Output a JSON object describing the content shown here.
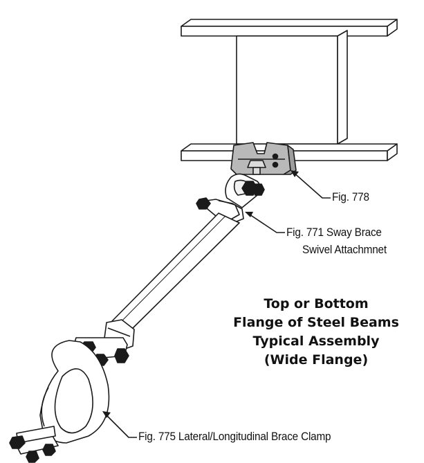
{
  "labels": {
    "fig778": "Fig. 778",
    "fig771_line1": "Fig. 771 Sway Brace",
    "fig771_line2": "Swivel Attachmnet",
    "fig775": "Fig. 775 Lateral/Longitudinal Brace Clamp"
  },
  "title": {
    "line1": "Top or Bottom",
    "line2": "Flange of Steel Beams",
    "line3": "Typical Assembly",
    "line4": "(Wide Flange)"
  },
  "colors": {
    "outline": "#1a1a1a",
    "steel": "#ffffff",
    "attachment_fill": "#b9b9b9",
    "brace_fill": "#ffffff"
  }
}
